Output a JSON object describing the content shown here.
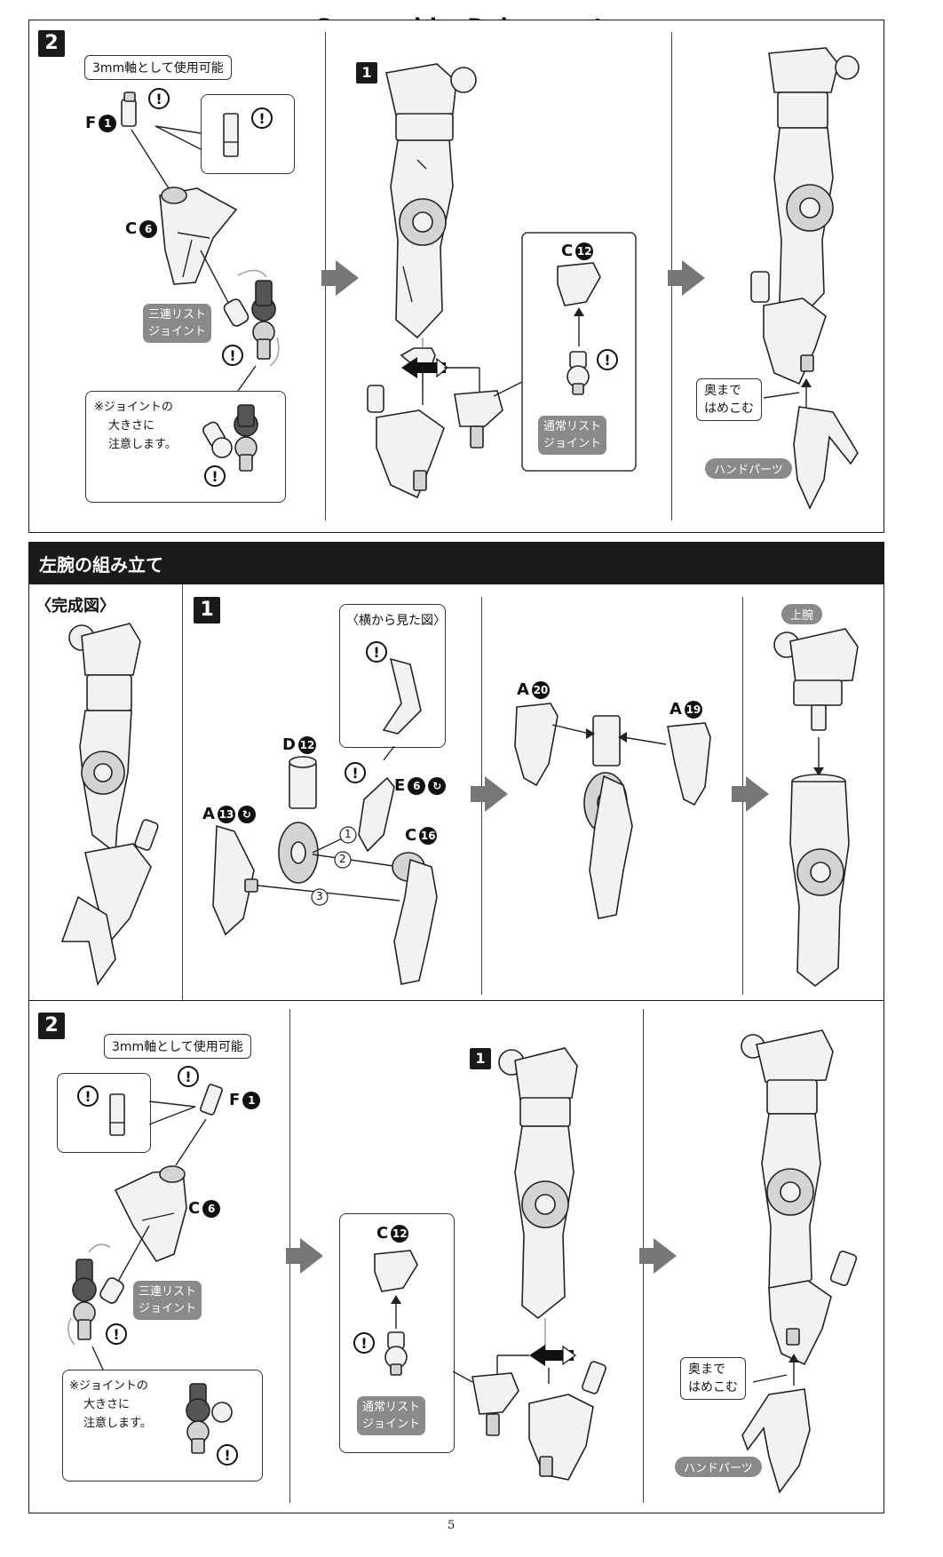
{
  "header": {
    "scan_credit": "Scanned by Dalong.net"
  },
  "section1": {
    "step_number": "2",
    "note_3mm": "3mm軸として使用可能",
    "part_f1": "F",
    "part_f1_num": "1",
    "part_c6": "C",
    "part_c6_num": "6",
    "triple_joint": [
      "三連リスト",
      "ジョイント"
    ],
    "caution_note": [
      "※ジョイントの",
      "大きさに",
      "注意します。"
    ],
    "sub_step_1": "1",
    "part_c12": "C",
    "part_c12_num": "12",
    "normal_joint": [
      "通常リスト",
      "ジョイント"
    ],
    "insert_deep": [
      "奥まで",
      "はめこむ"
    ],
    "hand_parts": "ハンドパーツ"
  },
  "left_arm": {
    "title": "左腕の組み立て",
    "completed_view": "〈完成図〉",
    "step_number": "1",
    "side_view": "〈横から見た図〉",
    "part_d12": "D",
    "part_d12_num": "12",
    "part_e6": "E",
    "part_e6_num": "6",
    "part_a13": "A",
    "part_a13_num": "13",
    "part_c16": "C",
    "part_c16_num": "16",
    "order": [
      "1",
      "2",
      "3"
    ],
    "part_a20": "A",
    "part_a20_num": "20",
    "part_a19": "A",
    "part_a19_num": "19",
    "upper_arm": "上腕"
  },
  "section3": {
    "step_number": "2",
    "note_3mm": "3mm軸として使用可能",
    "part_f1": "F",
    "part_f1_num": "1",
    "part_c6": "C",
    "part_c6_num": "6",
    "triple_joint": [
      "三連リスト",
      "ジョイント"
    ],
    "caution_note": [
      "※ジョイントの",
      "大きさに",
      "注意します。"
    ],
    "sub_step_1": "1",
    "part_c12": "C",
    "part_c12_num": "12",
    "normal_joint": [
      "通常リスト",
      "ジョイント"
    ],
    "insert_deep": [
      "奥まで",
      "はめこむ"
    ],
    "hand_parts": "ハンドパーツ"
  },
  "footer": {
    "page_number": "5"
  },
  "icons": {
    "caution": "!"
  }
}
